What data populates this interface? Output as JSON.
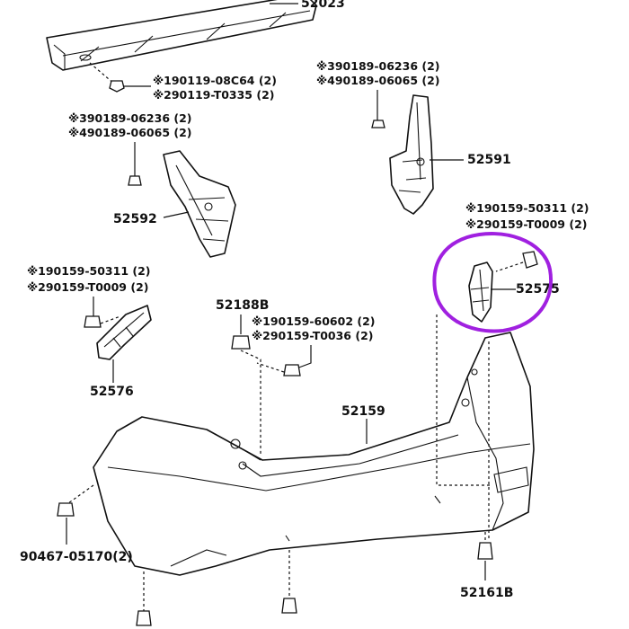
{
  "labels": {
    "p52023": "52023",
    "p52591": "52591",
    "p52592": "52592",
    "p52575": "52575",
    "p52576": "52576",
    "p52188B": "52188B",
    "p52159": "52159",
    "p52161B": "52161B",
    "p90467": "90467-05170(2)"
  },
  "notes": {
    "bolt_top_1": "※190119-08C64 (2)",
    "bolt_top_2": "※290119-T0335 (2)",
    "clip_right_1": "※390189-06236 (2)",
    "clip_right_2": "※490189-06065 (2)",
    "clip_left_1": "※390189-06236 (2)",
    "clip_left_2": "※490189-06065 (2)",
    "screw_right_1": "※190159-50311 (2)",
    "screw_right_2": "※290159-T0009 (2)",
    "screw_left_1": "※190159-50311 (2)",
    "screw_left_2": "※290159-T0009 (2)",
    "screw_mid_1": "※190159-60602 (2)",
    "screw_mid_2": "※290159-T0036 (2)"
  },
  "colors": {
    "highlight": "#a020e0",
    "line": "#111111"
  }
}
